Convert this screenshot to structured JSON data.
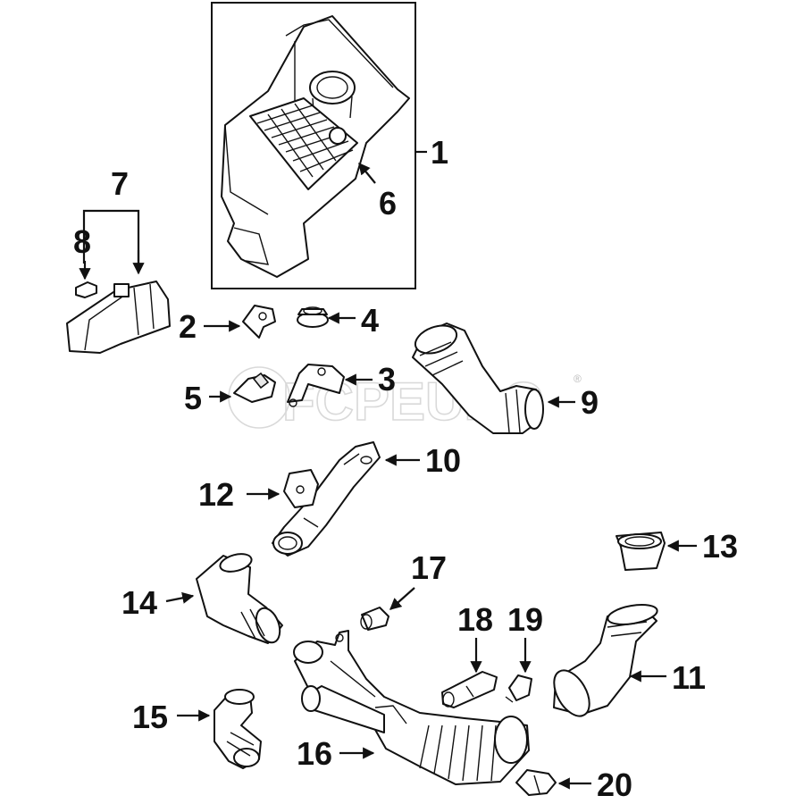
{
  "diagram": {
    "watermark_text": "FCPEURO",
    "watermark_mark": "®",
    "callouts": [
      "1",
      "2",
      "3",
      "4",
      "5",
      "6",
      "7",
      "8",
      "9",
      "10",
      "11",
      "12",
      "13",
      "14",
      "15",
      "16",
      "17",
      "18",
      "19",
      "20"
    ],
    "callout_meaning": {
      "1": "air cleaner assembly (boxed group, includes 6)",
      "6": "filter element",
      "7": "resonator assembly group (includes 8)"
    }
  }
}
